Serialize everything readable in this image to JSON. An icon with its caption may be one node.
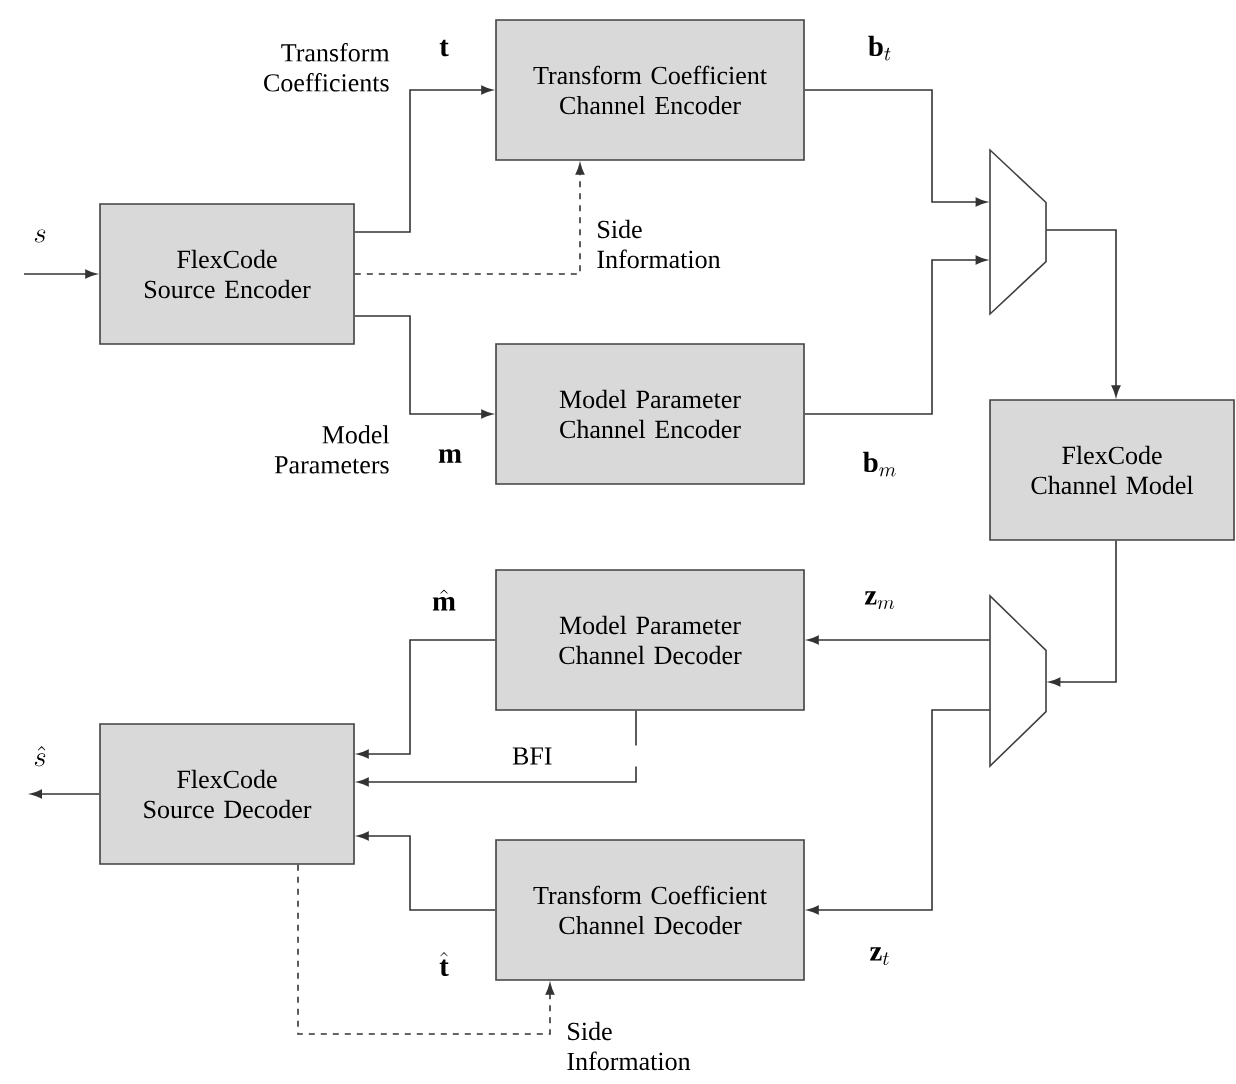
{
  "diagram": {
    "nodes": [
      {
        "text": [
          "FlexCode Source Encoder"
        ]
      },
      {
        "text": [
          "Transform Coefficient Channel Encoder"
        ]
      },
      {
        "text": [
          "Model Parameter Channel Encoder"
        ]
      },
      {
        "text": [],
        "shape": "trapezoid"
      },
      {
        "text": [
          "FlexCode Channel Model"
        ]
      },
      {
        "text": [],
        "shape": "trapezoid"
      },
      {
        "text": [
          "Model Parameter Channel Decoder"
        ]
      },
      {
        "text": [
          "FlexCode Source Decoder"
        ]
      },
      {
        "text": [
          "Transform Coefficient Channel Decoder"
        ]
      }
    ],
    "edges": [
      {
        "from": null,
        "to": 0,
        "arrow": "to",
        "label": "s"
      },
      {
        "from": 0,
        "to": 1,
        "arrow": "to",
        "label": "\\mathbf{t}"
      },
      {
        "from": 0,
        "to": 1,
        "arrow": "to",
        "style": "dashed",
        "label": "Side Information"
      },
      {
        "from": 0,
        "to": 2,
        "arrow": "to",
        "label": "\\mathbf{m}"
      },
      {
        "from": 1,
        "to": 3,
        "arrow": "to",
        "label": "\\mathbf{b}_t"
      },
      {
        "from": 2,
        "to": 3,
        "arrow": "to",
        "label": "\\mathbf{b}_m"
      },
      {
        "from": 3,
        "to": 4,
        "arrow": "to"
      },
      {
        "from": 4,
        "to": 5,
        "arrow": "to"
      },
      {
        "from": 5,
        "to": 6,
        "arrow": "to",
        "label": "\\mathbf{z}_m"
      },
      {
        "from": 5,
        "to": 8,
        "arrow": "to",
        "label": "\\mathbf{z}_t"
      },
      {
        "from": 6,
        "to": 7,
        "arrow": "to",
        "label": "\\hat{\\mathbf{m}}"
      },
      {
        "from": 6,
        "to": 7,
        "arrow": "to",
        "label": "BFI"
      },
      {
        "from": 8,
        "to": 7,
        "arrow": "to",
        "label": "\\hat{\\mathbf{t}}"
      },
      {
        "from": 7,
        "to": 8,
        "arrow": "to",
        "style": "dashed",
        "label": "Side Information"
      },
      {
        "from": 7,
        "to": null,
        "arrow": "to",
        "label": "\\hat{s}"
      }
    ],
    "labels": [
      "Transform Coefficients",
      "Model Parameters"
    ]
  }
}
